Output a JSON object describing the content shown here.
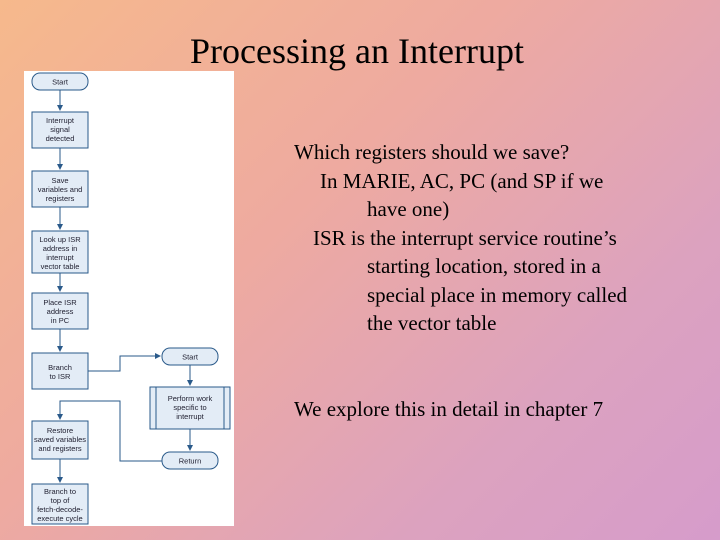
{
  "slide": {
    "title": "Processing an Interrupt",
    "bullets": {
      "q": "Which registers should we save?",
      "a1": "In MARIE, AC, PC (and SP if we",
      "a2": "have one)",
      "b1": "ISR is the interrupt service routine’s",
      "b2": "starting location, stored in a",
      "b3": "special place in memory called",
      "b4": "the vector table",
      "c": "We explore this in detail in chapter 7"
    }
  },
  "flowchart": {
    "left": {
      "start": "Start",
      "detected": [
        "Interrupt",
        "signal",
        "detected"
      ],
      "save": [
        "Save",
        "variables and",
        "registers"
      ],
      "lookup": [
        "Look up ISR",
        "address in",
        "interrupt",
        "vector table"
      ],
      "place": [
        "Place ISR",
        "address",
        "in PC"
      ],
      "branch": [
        "Branch",
        "to ISR"
      ],
      "restore": [
        "Restore",
        "saved variables",
        "and registers"
      ],
      "branch_top": [
        "Branch to",
        "top of",
        "fetch-decode-",
        "execute cycle"
      ]
    },
    "right": {
      "start": "Start",
      "work": [
        "Perform work",
        "specific to",
        "interrupt"
      ],
      "return": "Return"
    }
  }
}
